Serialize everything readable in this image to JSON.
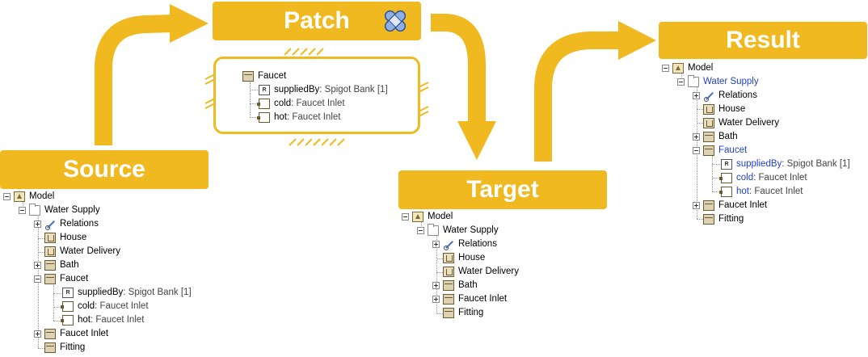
{
  "banners": {
    "source": "Source",
    "patch": "Patch",
    "target": "Target",
    "result": "Result"
  },
  "colors": {
    "accent": "#F0B91F",
    "selected_text": "#1F3FD0"
  },
  "patch_tree": {
    "root": "Faucet",
    "children": [
      {
        "name": "suppliedBy",
        "type": " : Spigot Bank [1]"
      },
      {
        "name": "cold",
        "type": " : Faucet Inlet"
      },
      {
        "name": "hot",
        "type": " : Faucet Inlet"
      }
    ]
  },
  "source_tree": {
    "model": "Model",
    "water_supply": "Water Supply",
    "relations": "Relations",
    "house": "House",
    "water_delivery": "Water Delivery",
    "bath": "Bath",
    "faucet": "Faucet",
    "supplied_by": "suppliedBy",
    "supplied_by_type": " : Spigot Bank [1]",
    "cold": "cold",
    "cold_type": " : Faucet Inlet",
    "hot": "hot",
    "hot_type": " : Faucet Inlet",
    "faucet_inlet": "Faucet Inlet",
    "fitting": "Fitting"
  },
  "target_tree": {
    "model": "Model",
    "water_supply": "Water Supply",
    "relations": "Relations",
    "house": "House",
    "water_delivery": "Water Delivery",
    "bath": "Bath",
    "faucet_inlet": "Faucet Inlet",
    "fitting": "Fitting"
  },
  "result_tree": {
    "model": "Model",
    "water_supply": "Water Supply",
    "relations": "Relations",
    "house": "House",
    "water_delivery": "Water Delivery",
    "bath": "Bath",
    "faucet": "Faucet",
    "supplied_by": "suppliedBy",
    "supplied_by_type": " : Spigot Bank [1]",
    "cold": "cold",
    "cold_type": " : Faucet Inlet",
    "hot": "hot",
    "hot_type": " : Faucet Inlet",
    "faucet_inlet": "Faucet Inlet",
    "fitting": "Fitting"
  },
  "icons": [
    "plus-expander-icon",
    "minus-expander-icon",
    "model-icon",
    "folder-icon",
    "relations-icon",
    "diagram-icon",
    "block-icon",
    "reference-property-icon",
    "port-icon",
    "bandage-icon"
  ]
}
